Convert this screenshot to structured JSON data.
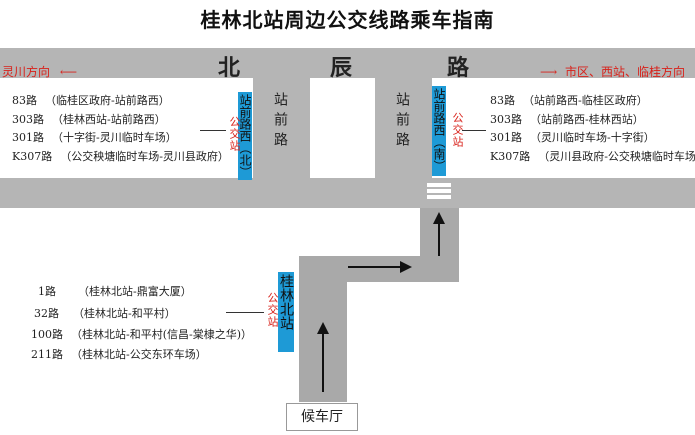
{
  "title": "桂林北站周边公交线路乘车指南",
  "roads": {
    "main_road": [
      "北",
      "辰",
      "路"
    ],
    "station_road_left": "站前路",
    "station_road_right": "站前路"
  },
  "directions": {
    "left": "灵川方向",
    "right": "市区、西站、临桂方向"
  },
  "stops": {
    "north_west": {
      "name": "站前路西（北）",
      "label": "公交站"
    },
    "south_west": {
      "name": "站前路西（南）",
      "label": "公交站"
    },
    "station": {
      "name": "桂林北站",
      "label": "公交站"
    }
  },
  "routes_left": [
    {
      "num": "83路",
      "desc": "（临桂区政府-站前路西）"
    },
    {
      "num": "303路",
      "desc": "（桂林西站-站前路西）"
    },
    {
      "num": "301路",
      "desc": "（十字街-灵川临时车场）"
    },
    {
      "num": "K307路",
      "desc": "（公交秧塘临时车场-灵川县政府）"
    }
  ],
  "routes_right": [
    {
      "num": "83路",
      "desc": "（站前路西-临桂区政府）"
    },
    {
      "num": "303路",
      "desc": "（站前路西-桂林西站）"
    },
    {
      "num": "301路",
      "desc": "（灵川临时车场-十字街）"
    },
    {
      "num": "K307路",
      "desc": "（灵川县政府-公交秧塘临时车场）"
    }
  ],
  "routes_station": [
    {
      "num": "1路",
      "desc": "（桂林北站-鼎富大厦）"
    },
    {
      "num": "32路",
      "desc": "（桂林北站-和平村）"
    },
    {
      "num": "100路",
      "desc": "（桂林北站-和平村(信昌-棠棣之华)）"
    },
    {
      "num": "211路",
      "desc": "（桂林北站-公交东环车场）"
    }
  ],
  "hall": "候车厅",
  "colors": {
    "road": "#b5b5b5",
    "stop_tag": "#1e9ad6",
    "red": "#d8211a"
  }
}
